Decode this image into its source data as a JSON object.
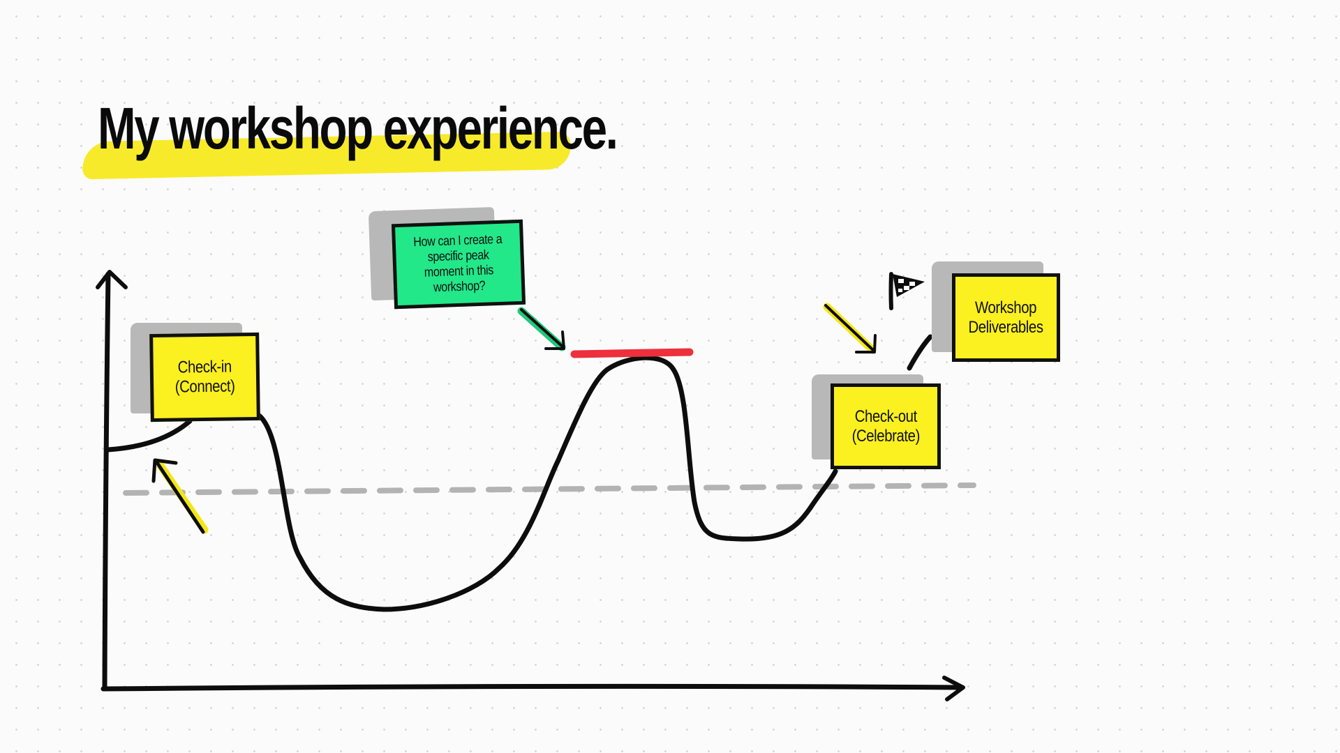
{
  "title": "My workshop experience.",
  "notes": {
    "checkin": "Check-in\n(Connect)",
    "peak_question": "How can I create a specific peak moment in this workshop?",
    "checkout": "Check-out\n(Celebrate)",
    "deliverables": "Workshop\nDeliverables"
  },
  "colors": {
    "note_yellow": "#fbf020",
    "note_green": "#22e889",
    "highlight_red": "#ee2f3c",
    "arrow_yellow": "#f4e614",
    "arrow_green": "#1fc97a",
    "line": "#0d0d0d",
    "baseline_dash": "#b3b3b3"
  },
  "icons": [
    "finish-flag-icon",
    "arrow-icon"
  ]
}
